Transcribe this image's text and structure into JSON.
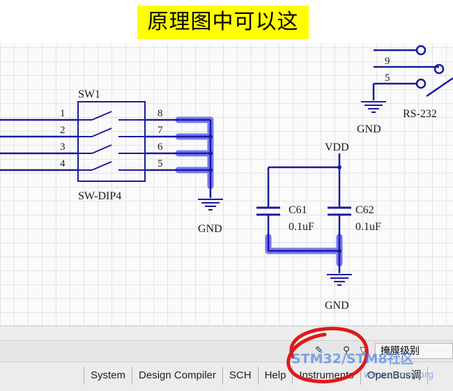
{
  "banner": {
    "title": "原理图中可以这样"
  },
  "schematic": {
    "sw1": {
      "designator": "SW1",
      "part": "SW-DIP4",
      "left_pins": [
        "1",
        "2",
        "3",
        "4"
      ],
      "right_pins": [
        "8",
        "7",
        "6",
        "5"
      ]
    },
    "gnd_label": "GND",
    "vdd_label": "VDD",
    "c61": {
      "name": "C61",
      "value": "0.1uF"
    },
    "c62": {
      "name": "C62",
      "value": "0.1uF"
    },
    "connector": {
      "pins": [
        "9",
        "5"
      ],
      "name": "RS-232"
    }
  },
  "toolbar": {
    "mask_level": "掩膜级别"
  },
  "tabs": [
    "System",
    "Design Compiler",
    "SCH",
    "Help",
    "Instruments",
    "OpenBus调"
  ],
  "watermark": {
    "text": "STM32/STM8社区",
    "sub": "www.stmcu.org"
  },
  "colors": {
    "wire": "#1a1aa0",
    "highlight": "#5a5af0",
    "banner_bg": "#ffff00",
    "annotation": "#e01818"
  }
}
